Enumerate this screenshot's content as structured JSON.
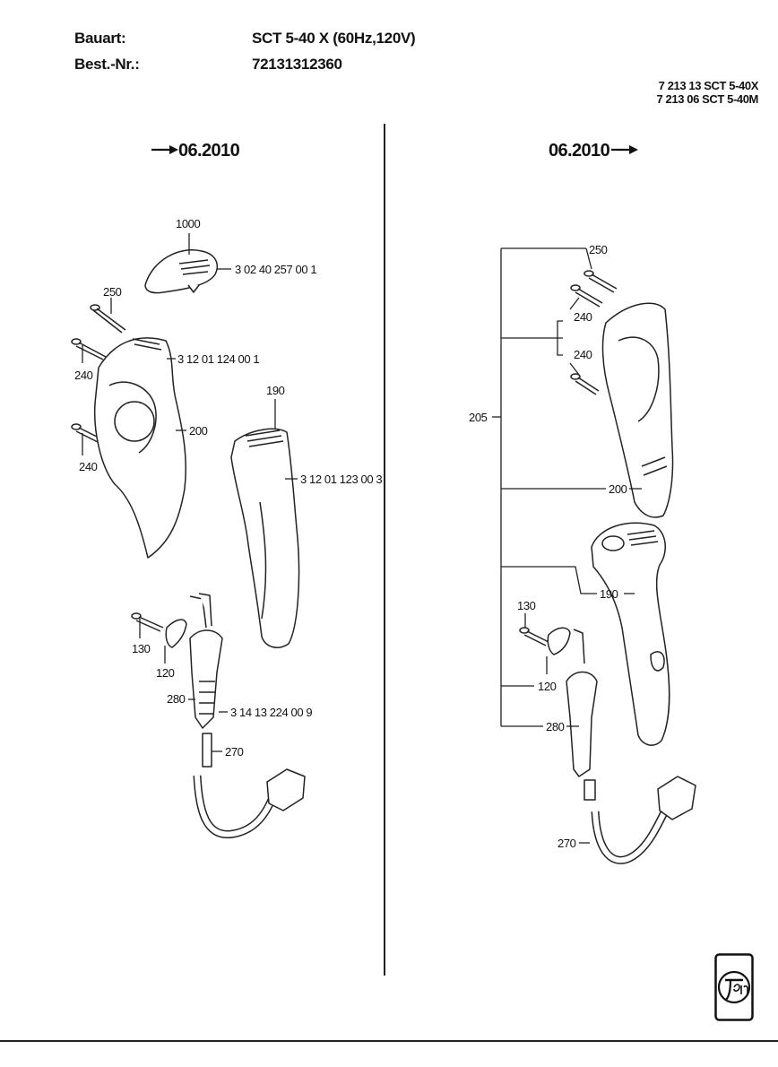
{
  "header": {
    "type_label": "Bauart:",
    "type_value": "SCT 5-40 X (60Hz,120V)",
    "order_label": "Best.-Nr.:",
    "order_value": "72131312360"
  },
  "models": [
    "7 213 13  SCT 5-40X",
    "7 213 06  SCT 5-40M"
  ],
  "left_panel": {
    "era": "06.2010",
    "callouts": {
      "c1000": "1000",
      "c250": "250",
      "c240a": "240",
      "c240b": "240",
      "c190": "190",
      "c200": "200",
      "c130": "130",
      "c120": "120",
      "c280": "280",
      "c270": "270"
    },
    "parts": {
      "p1": "3 02 40 257 00 1",
      "p2": "3 12 01 124 00 1",
      "p3": "3 12 01 123 00 3",
      "p4": "3 14 13 224 00 9"
    }
  },
  "right_panel": {
    "era": "06.2010",
    "callouts": {
      "c250": "250",
      "c240a": "240",
      "c240b": "240",
      "c205": "205",
      "c200": "200",
      "c190": "190",
      "c130": "130",
      "c120": "120",
      "c280": "280",
      "c270": "270"
    }
  },
  "logo_icon": "fein-logo-icon"
}
